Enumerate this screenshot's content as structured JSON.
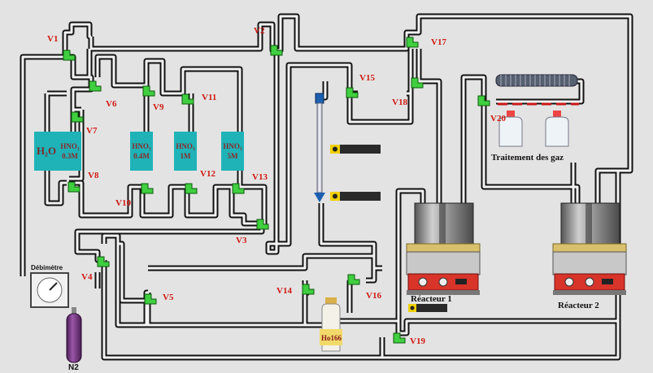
{
  "valves": {
    "v1": "V1",
    "v2": "V2",
    "v3": "V3",
    "v4": "V4",
    "v5": "V5",
    "v6": "V6",
    "v7": "V7",
    "v8": "V8",
    "v9": "V9",
    "v10": "V10",
    "v11": "V11",
    "v12": "V12",
    "v13": "V13",
    "v14": "V14",
    "v15": "V15",
    "v16": "V16",
    "v17": "V17",
    "v18": "V18",
    "v19": "V19",
    "v20": "V20"
  },
  "tanks": {
    "h2o": "H₂O",
    "hno3_03_line1": "HNO₃",
    "hno3_03_line2": "0.3M",
    "hno3_04_line1": "HNO₃",
    "hno3_04_line2": "0.4M",
    "hno3_1_line1": "HNO₃",
    "hno3_1_line2": "1M",
    "hno3_5_line1": "HNO₃",
    "hno3_5_line2": "5M"
  },
  "labels": {
    "debitmetre": "Débimètre",
    "n2": "N2",
    "ho166": "Ho166",
    "reacteur1": "Réacteur 1",
    "reacteur2": "Réacteur 2",
    "gas_treatment": "Traitement des gaz"
  },
  "colors": {
    "pipe_outer": "#111111",
    "pipe_inner": "#f4f4f4",
    "valve": "#3fcf3f",
    "tank": "#1fb3b8",
    "label": "#d11a12",
    "cylinder": "#7b3a86",
    "heater": "#d8342a"
  }
}
